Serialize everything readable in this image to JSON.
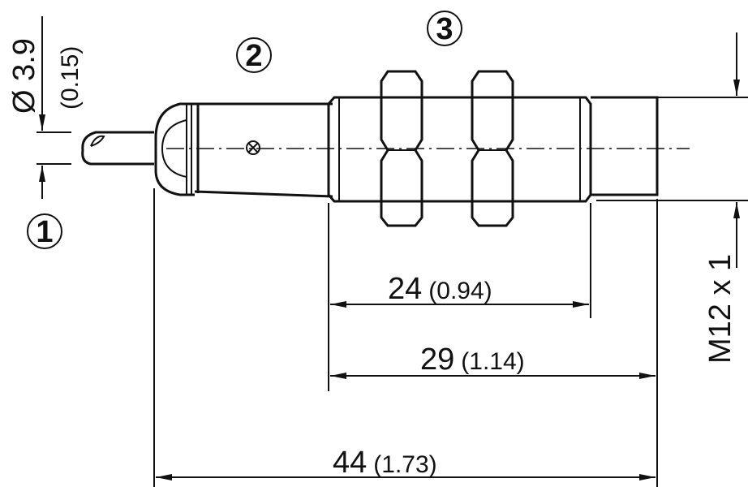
{
  "callouts": {
    "cable": "1",
    "housing": "2",
    "nuts": "3"
  },
  "dimensions": {
    "cable_diameter": {
      "mm": "Ø 3.9",
      "inch": "(0.15)"
    },
    "thread_length": {
      "mm": "24",
      "inch": "(0.94)"
    },
    "front_length": {
      "mm": "29",
      "inch": "(1.14)"
    },
    "total_length": {
      "mm": "44",
      "inch": "(1.73)"
    },
    "thread": "M12 x 1"
  }
}
